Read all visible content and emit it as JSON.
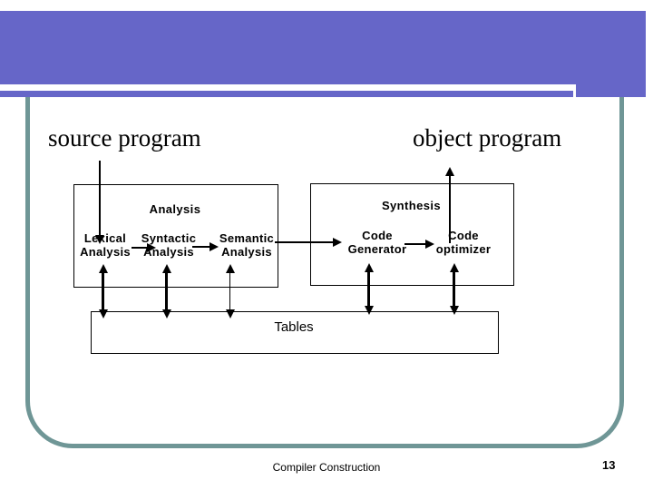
{
  "slide": {
    "source_title": "source program",
    "object_title": "object program"
  },
  "diagram": {
    "analysis": {
      "title": "Analysis",
      "items": [
        {
          "l1": "Lexical",
          "l2": "Analysis"
        },
        {
          "l1": "Syntactic",
          "l2": "Analysis"
        },
        {
          "l1": "Semantic",
          "l2": "Analysis"
        }
      ]
    },
    "synthesis": {
      "title": "Synthesis",
      "items": [
        {
          "l1": "Code",
          "l2": "Generator"
        },
        {
          "l1": "Code",
          "l2": "optimizer"
        }
      ]
    },
    "tables_label": "Tables"
  },
  "footer": {
    "label": "Compiler Construction",
    "page_number": "13"
  },
  "colors": {
    "banner_purple": "#6666c8",
    "frame_teal": "#6f9696",
    "diagram_ink": "#000000"
  }
}
